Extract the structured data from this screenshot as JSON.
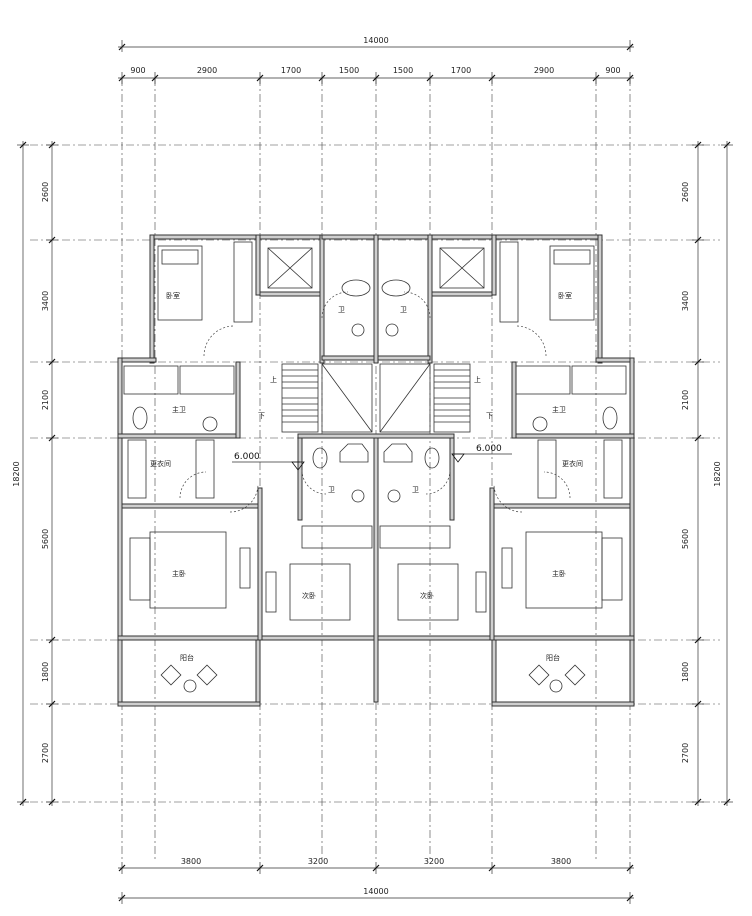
{
  "dimensions": {
    "top_total": "14000",
    "top_segments": [
      "900",
      "2900",
      "1700",
      "1500",
      "1500",
      "1700",
      "2900",
      "900"
    ],
    "bottom_segments": [
      "3800",
      "3200",
      "3200",
      "3800"
    ],
    "bottom_total": "14000",
    "side_total": "18200",
    "left_segments": [
      "2600",
      "3400",
      "2100",
      "5600",
      "1800",
      "2700"
    ],
    "right_segments": [
      "2600",
      "3400",
      "2100",
      "5600",
      "1800",
      "2700"
    ]
  },
  "levels": [
    "6.000",
    "6.000"
  ],
  "rooms": {
    "bedroom_left": "卧室",
    "bedroom_right": "卧室",
    "bath_upper_left": "卫",
    "bath_upper_right": "卫",
    "master_bath_left": "主卫",
    "master_bath_right": "主卫",
    "up_left": "上",
    "down_left": "下",
    "up_right": "上",
    "down_right": "下",
    "closet_left": "更衣间",
    "closet_right": "更衣间",
    "bath_mid_left": "卫",
    "bath_mid_right": "卫",
    "master_left": "主卧",
    "master_right": "主卧",
    "second_left": "次卧",
    "second_right": "次卧",
    "balcony_left": "阳台",
    "balcony_right": "阳台"
  }
}
